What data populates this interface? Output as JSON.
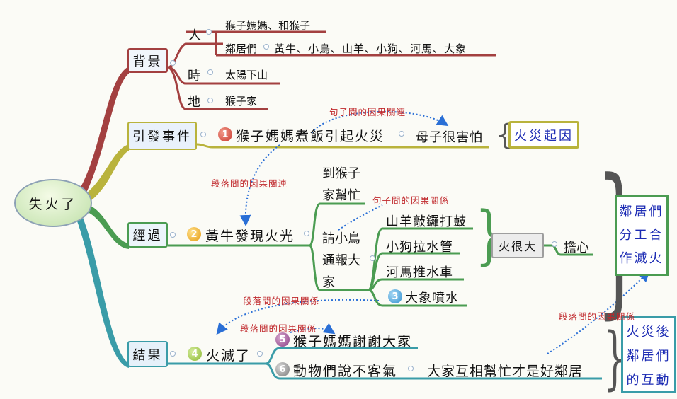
{
  "center": {
    "label": "失火了"
  },
  "background": {
    "label": "背景",
    "people_label": "人",
    "people_item1": "猴子媽媽、和猴子",
    "people_item2_label": "鄰居們",
    "people_item2_value": "黃牛、小鳥、山羊、小狗、河馬、大象",
    "time_label": "時",
    "time_value": "太陽下山",
    "place_label": "地",
    "place_value": "猴子家"
  },
  "cause": {
    "label": "引發事件",
    "step1_num": "1",
    "step1_text": "猴子媽媽煮飯引起火災",
    "result_text": "母子很害怕",
    "summary": "火災起因"
  },
  "process": {
    "label": "經過",
    "step2_num": "2",
    "step2_text": "黃牛發現火光",
    "go_line1": "到猴子",
    "go_line2": "家幫忙",
    "ask_line1": "請小鳥",
    "ask_line2": "通報大",
    "ask_line3": "家",
    "actions": [
      "山羊敲鑼打鼓",
      "小狗拉水管",
      "河馬推水車"
    ],
    "step3_num": "3",
    "step3_text": "大象噴水",
    "fire_big": "火很大",
    "worry": "擔心",
    "neighbors_lines": [
      "鄰居們",
      "分工合",
      "作滅火"
    ]
  },
  "result": {
    "label": "結果",
    "step4_num": "4",
    "step4_text": "火滅了",
    "step5_num": "5",
    "step5_text": "猴子媽媽謝謝大家",
    "step6_num": "6",
    "step6_text": "動物們說不客氣",
    "good_neighbor": "大家互相幫忙才是好鄰居",
    "after_lines": [
      "火災後",
      "鄰居們",
      "的互動"
    ]
  },
  "notes": {
    "n1": "句子間的因果關連",
    "n2": "段落間的因果關連",
    "n3": "句子間的因果關係",
    "n4": "段落間的因果關係",
    "n5": "段落間的因果關係",
    "n6": "段落間的因果關係"
  },
  "colors": {
    "background_branch": "#a34040",
    "cause_branch": "#b9b33c",
    "process_branch": "#4b9c52",
    "result_branch": "#3a9ca8",
    "relation_arrow": "#2a6fd6",
    "relation_text": "#c0282c",
    "summary_text": "#1d2cb4"
  }
}
